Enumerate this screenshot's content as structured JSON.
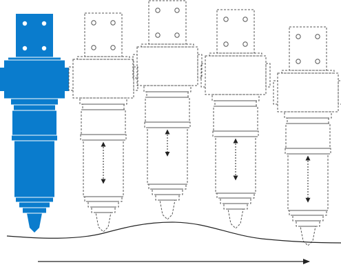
{
  "diagram": {
    "colors": {
      "solid_fill": "#0a7ccd",
      "solid_hole": "#ffffff",
      "ghost_stroke": "#555555",
      "ground_line": "#222222",
      "arrow": "#222222",
      "background": "#ffffff"
    },
    "icons": {
      "solid_tool": "tool-solid-icon",
      "ghost_tool": "tool-outline-icon",
      "travel_arrow": "right-arrow-icon",
      "stroke_arrow": "double-arrow-icon"
    },
    "tools": [
      {
        "name": "tool-position-1",
        "style": "solid",
        "stroke": 0.0
      },
      {
        "name": "tool-position-2",
        "style": "ghost",
        "stroke": 0.75
      },
      {
        "name": "tool-position-3",
        "style": "ghost",
        "stroke": 0.45
      },
      {
        "name": "tool-position-4",
        "style": "ghost",
        "stroke": 0.75
      },
      {
        "name": "tool-position-5",
        "style": "ghost",
        "stroke": 0.85
      }
    ]
  }
}
